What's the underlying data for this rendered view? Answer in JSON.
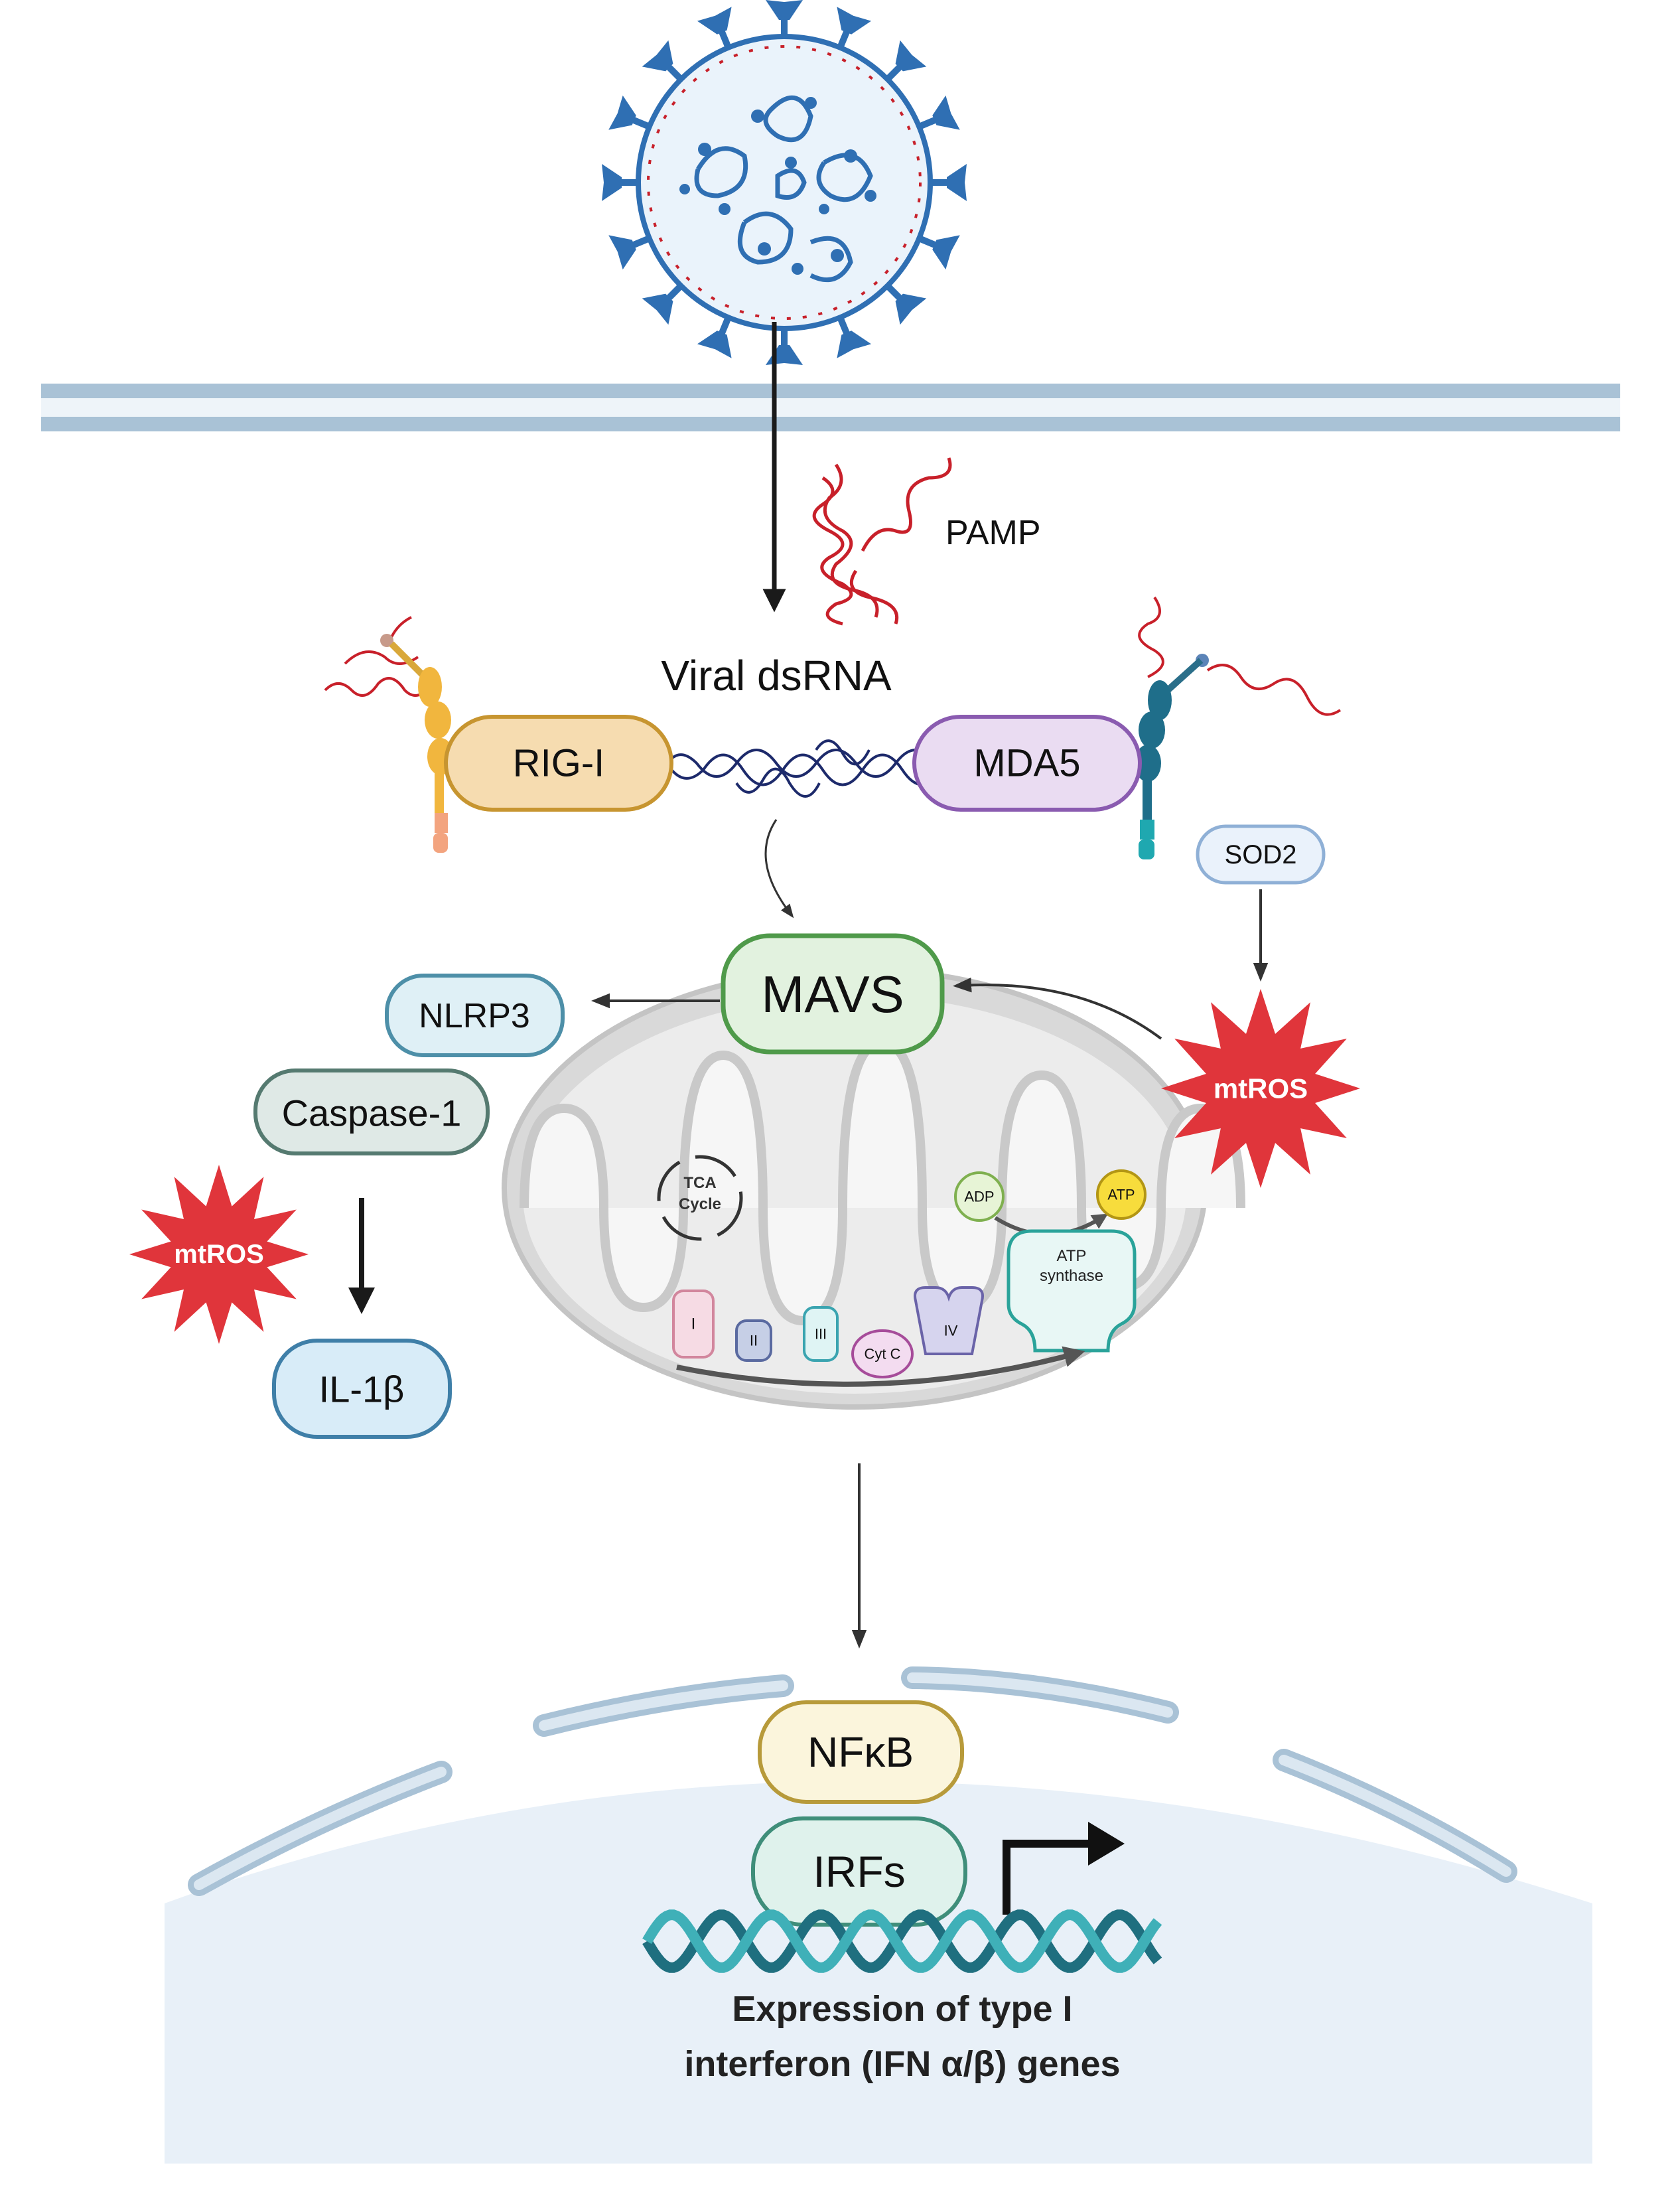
{
  "labels": {
    "pamp": "PAMP",
    "viral_dsrna": "Viral dsRNA",
    "rig1": "RIG-I",
    "mda5": "MDA5",
    "sod2": "SOD2",
    "mavs": "MAVS",
    "nlrp3": "NLRP3",
    "caspase1": "Caspase-1",
    "mtros_right": "mtROS",
    "mtros_left": "mtROS",
    "il1b": "IL-1β",
    "tca_line1": "TCA",
    "tca_line2": "Cycle",
    "adp": "ADP",
    "atp": "ATP",
    "atp_synthase_line1": "ATP",
    "atp_synthase_line2": "synthase",
    "complex_i": "I",
    "complex_ii": "II",
    "complex_iii": "III",
    "cyt_c": "Cyt C",
    "complex_iv": "IV",
    "nfkb": "NFκB",
    "irfs": "IRFs",
    "expression_line1": "Expression of type I",
    "expression_line2": "interferon (IFN α/β) genes"
  },
  "colors": {
    "membrane_fill": "#dbe7f1",
    "membrane_stroke": "#9fb8cc",
    "rig1_fill": "#f6dcb0",
    "rig1_stroke": "#c79530",
    "mda5_fill": "#eadcf2",
    "mda5_stroke": "#8a5bb0",
    "mavs_fill": "#e2f2df",
    "mavs_stroke": "#4f9a4a",
    "nlrp3_fill": "#dff0f6",
    "nlrp3_stroke": "#4d8fa8",
    "caspase_fill": "#dfe9e6",
    "caspase_stroke": "#557a70",
    "il1b_fill": "#d8ecf8",
    "il1b_stroke": "#3f7fa8",
    "sod2_fill": "#eaf2fb",
    "sod2_stroke": "#8fb0d6",
    "nfkb_fill": "#fbf5dc",
    "nfkb_stroke": "#b79a3a",
    "irfs_fill": "#dff2ec",
    "irfs_stroke": "#3f8e7a",
    "mtros": "#e0353b",
    "pamp_red": "#c8202a",
    "dsrna_blue": "#1d2a6b",
    "virus_blue": "#2f6fb3",
    "nucleus_fill": "#e8f0f8",
    "dna_teal": "#1f8a9a"
  },
  "icons": {
    "virus": "virus-icon",
    "pamp": "rna-strand-icon",
    "dsrna": "dsrna-icon",
    "mitochondrion": "mitochondrion-icon",
    "mtros": "starburst-icon",
    "dna": "dna-helix-icon",
    "transcription": "transcription-arrow-icon"
  }
}
